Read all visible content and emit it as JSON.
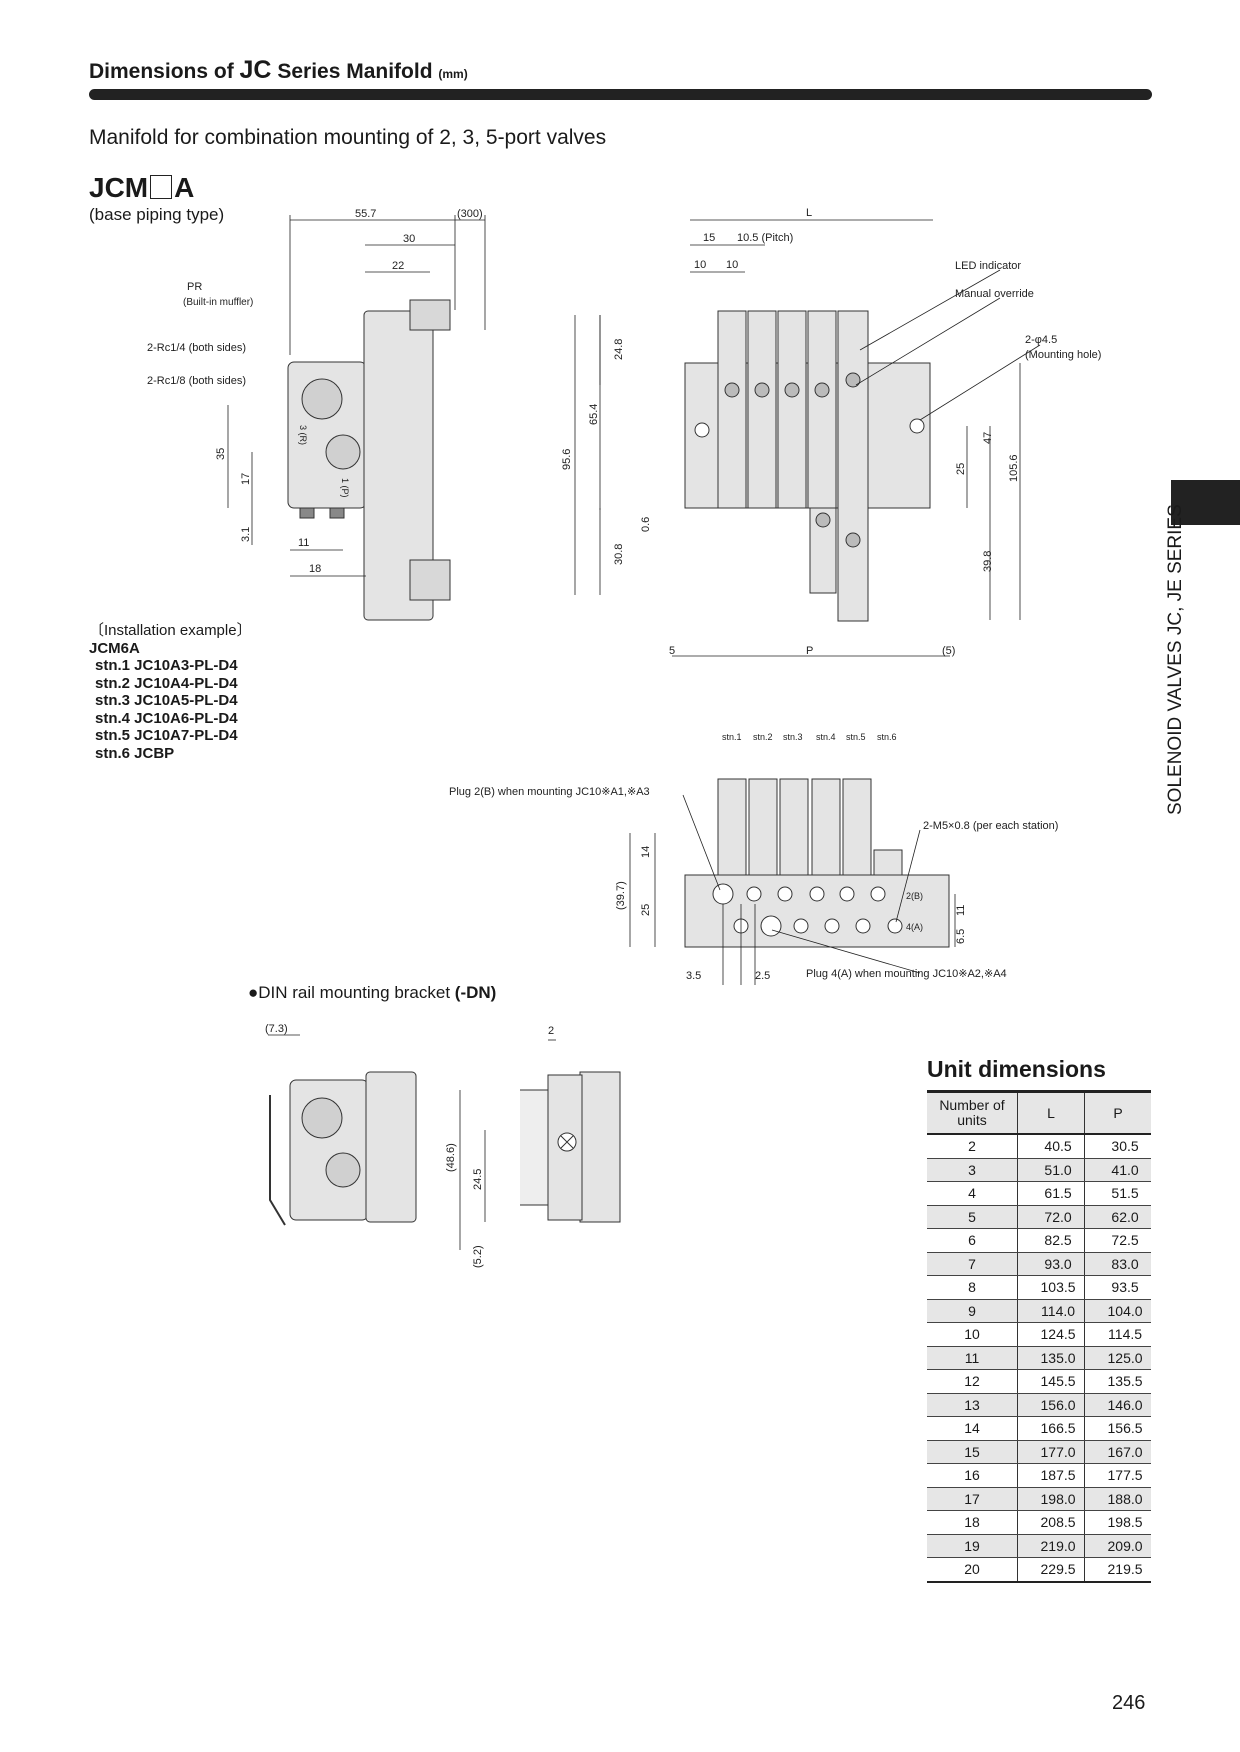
{
  "header": {
    "title_pre": "Dimensions of ",
    "title_jc": "JC",
    "title_post": " Series Manifold ",
    "title_unit": "(mm)",
    "subtitle": "Manifold for combination mounting of 2, 3, 5-port valves",
    "model_pre": "JCM",
    "model_post": "A",
    "piping": "(base piping type)"
  },
  "side_tab": "SOLENOID VALVES JC, JE SERIES",
  "installation": {
    "heading": "〔Installation example〕",
    "model": "JCM6A",
    "stations": [
      "stn.1  JC10A3-PL-D4",
      "stn.2  JC10A4-PL-D4",
      "stn.3  JC10A5-PL-D4",
      "stn.4  JC10A6-PL-D4",
      "stn.5  JC10A7-PL-D4",
      "stn.6  JCBP"
    ]
  },
  "side_view": {
    "d557": "55.7",
    "d300": "(300)",
    "d30": "30",
    "d22": "22",
    "pr": "PR",
    "muffler": "(Built-in muffler)",
    "rc14": "2-Rc1/4 (both sides)",
    "rc18": "2-Rc1/8 (both sides)",
    "d35": "35",
    "d17": "17",
    "d31": "3.1",
    "d11": "11",
    "d18": "18",
    "port3": "3 (R)",
    "port1": "1 (P)"
  },
  "front_view": {
    "L": "L",
    "d15": "15",
    "pitch": "10.5 (Pitch)",
    "d10a": "10",
    "d10b": "10",
    "led": "LED indicator",
    "override": "Manual override",
    "hole": "2-φ4.5",
    "hole_note": "(Mounting hole)",
    "d248": "24.8",
    "d654": "65.4",
    "d956": "95.6",
    "d06": "0.6",
    "d308": "30.8",
    "d25": "25",
    "d47": "47",
    "d1056": "105.6",
    "d398": "39.8",
    "d5": "5",
    "P": "P",
    "d5p": "(5)"
  },
  "bottom_view": {
    "stations": [
      "stn.1",
      "stn.2",
      "stn.3",
      "stn.4",
      "stn.5",
      "stn.6"
    ],
    "plug2": "Plug 2(B) when mounting JC10※A1,※A3",
    "m5": "2-M5×0.8 (per each station)",
    "d14": "14",
    "d397": "(39.7)",
    "d25": "25",
    "b2": "2(B)",
    "a4": "4(A)",
    "d11": "11",
    "d65": "6.5",
    "d35": "3.5",
    "d25b": "2.5",
    "plug4": "Plug 4(A) when mounting JC10※A2,※A4"
  },
  "din": {
    "label": "●DIN rail mounting bracket ",
    "code": "(-DN)",
    "d73": "(7.3)",
    "d2": "2",
    "d486": "(48.6)",
    "d245": "24.5",
    "d52": "(5.2)"
  },
  "unit_table": {
    "title": "Unit dimensions",
    "headers": [
      "Number of units",
      "L",
      "P"
    ],
    "rows": [
      [
        "2",
        "40.5",
        "30.5"
      ],
      [
        "3",
        "51.0",
        "41.0"
      ],
      [
        "4",
        "61.5",
        "51.5"
      ],
      [
        "5",
        "72.0",
        "62.0"
      ],
      [
        "6",
        "82.5",
        "72.5"
      ],
      [
        "7",
        "93.0",
        "83.0"
      ],
      [
        "8",
        "103.5",
        "93.5"
      ],
      [
        "9",
        "114.0",
        "104.0"
      ],
      [
        "10",
        "124.5",
        "114.5"
      ],
      [
        "11",
        "135.0",
        "125.0"
      ],
      [
        "12",
        "145.5",
        "135.5"
      ],
      [
        "13",
        "156.0",
        "146.0"
      ],
      [
        "14",
        "166.5",
        "156.5"
      ],
      [
        "15",
        "177.0",
        "167.0"
      ],
      [
        "16",
        "187.5",
        "177.5"
      ],
      [
        "17",
        "198.0",
        "188.0"
      ],
      [
        "18",
        "208.5",
        "198.5"
      ],
      [
        "19",
        "219.0",
        "209.0"
      ],
      [
        "20",
        "229.5",
        "219.5"
      ]
    ]
  },
  "page_number": "246"
}
